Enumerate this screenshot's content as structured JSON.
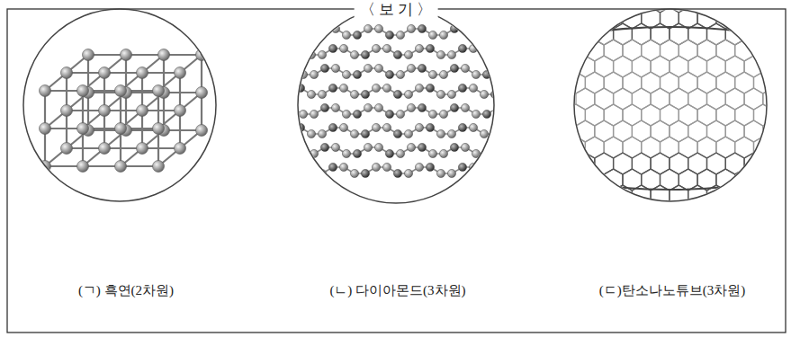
{
  "diagram": {
    "title": "〈 보 기 〉",
    "nodes": [
      {
        "text": [
          "(ㄱ) 흑연(2차원)"
        ]
      },
      {
        "text": [
          "(ㄴ) 다이아몬드(3차원)"
        ]
      },
      {
        "text": [
          "(ㄷ)탄소나노튜브(3차원)"
        ]
      }
    ]
  }
}
